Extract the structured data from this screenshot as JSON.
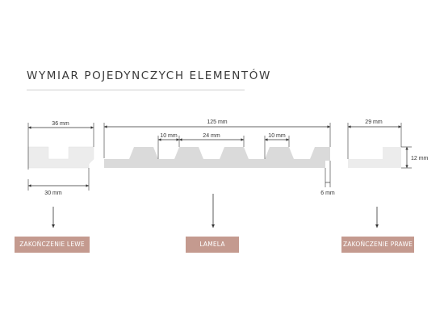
{
  "title": "WYMIAR POJEDYNCZYCH ELEMENTÓW",
  "colors": {
    "profile_fill": "#ececec",
    "lamela_fill": "#dadada",
    "label_bg": "#c49a8f",
    "line": "#333333"
  },
  "dimensions": {
    "left_top": "36 mm",
    "left_bottom": "30 mm",
    "lamela_total": "125 mm",
    "lamela_gap_left": "10 mm",
    "lamela_mid": "24 mm",
    "lamela_gap_right": "10 mm",
    "lamela_edge": "6 mm",
    "right_top": "29 mm",
    "right_height": "12 mm"
  },
  "labels": {
    "left": "ZAKOŃCZENIE LEWE",
    "center": "LAMELA",
    "right": "ZAKOŃCZENIE PRAWE"
  }
}
